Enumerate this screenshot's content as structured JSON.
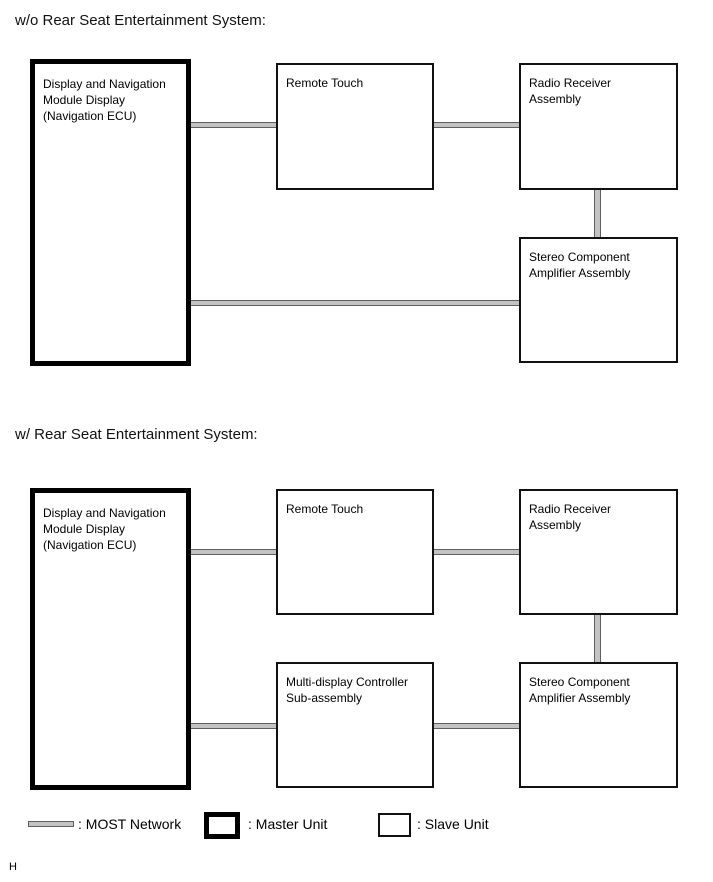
{
  "page": {
    "footer_mark": "H"
  },
  "colors": {
    "background": "#ffffff",
    "box_border": "#000000",
    "connector_fill": "#c3c3c3",
    "connector_border": "#5f5f5f",
    "text": "#000000"
  },
  "diagrams": [
    {
      "title": "w/o Rear Seat Entertainment System:",
      "boxes": {
        "master": {
          "label": "Display and Navigation\nModule Display\n(Navigation ECU)",
          "role": "master"
        },
        "remote_touch": {
          "label": "Remote Touch",
          "role": "slave"
        },
        "radio_receiver": {
          "label": "Radio Receiver\nAssembly",
          "role": "slave"
        },
        "stereo_amplifier": {
          "label": "Stereo Component\nAmplifier Assembly",
          "role": "slave"
        }
      }
    },
    {
      "title": "w/ Rear Seat Entertainment System:",
      "boxes": {
        "master": {
          "label": "Display and Navigation\nModule Display\n(Navigation ECU)",
          "role": "master"
        },
        "remote_touch": {
          "label": "Remote Touch",
          "role": "slave"
        },
        "radio_receiver": {
          "label": "Radio Receiver\nAssembly",
          "role": "slave"
        },
        "multi_display": {
          "label": "Multi-display Controller\nSub-assembly",
          "role": "slave"
        },
        "stereo_amplifier": {
          "label": "Stereo Component\nAmplifier Assembly",
          "role": "slave"
        }
      }
    }
  ],
  "legend": {
    "most_network_label": ": MOST Network",
    "master_unit_label": ": Master Unit",
    "slave_unit_label": ": Slave Unit"
  }
}
